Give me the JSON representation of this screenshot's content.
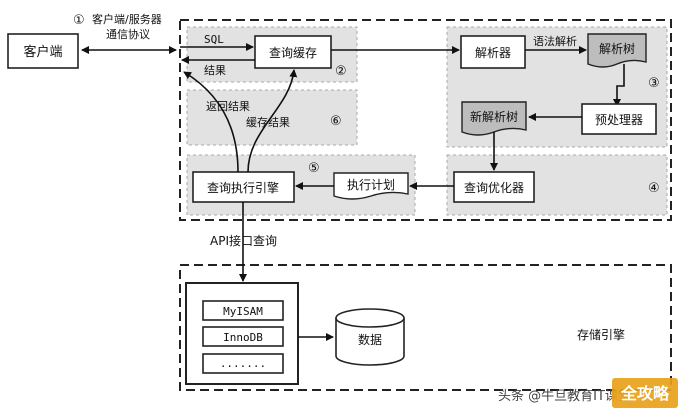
{
  "nodes": {
    "client": "客户端",
    "query_cache": "查询缓存",
    "parser": "解析器",
    "parse_tree": "解析树",
    "preprocessor": "预处理器",
    "new_parse_tree": "新解析树",
    "optimizer": "查询优化器",
    "exec_plan": "执行计划",
    "exec_engine": "查询执行引擎",
    "engines": [
      "MyISAM",
      "InnoDB",
      "......."
    ],
    "data_store": "数据",
    "storage_engine": "存储引擎"
  },
  "labels": {
    "protocol_num": "①",
    "protocol_line1": "客户端/服务器",
    "protocol_line2": "通信协议",
    "sql": "SQL",
    "result": "结果",
    "step2": "②",
    "grammar_parse": "语法解析",
    "step3": "③",
    "step4": "④",
    "step5": "⑤",
    "step6": "⑥",
    "return_result": "返回结果",
    "cache_result": "缓存结果",
    "api_query": "API接口查询"
  },
  "watermark": "头条 @牛旦教育IT课堂",
  "logo_text": "全攻略"
}
